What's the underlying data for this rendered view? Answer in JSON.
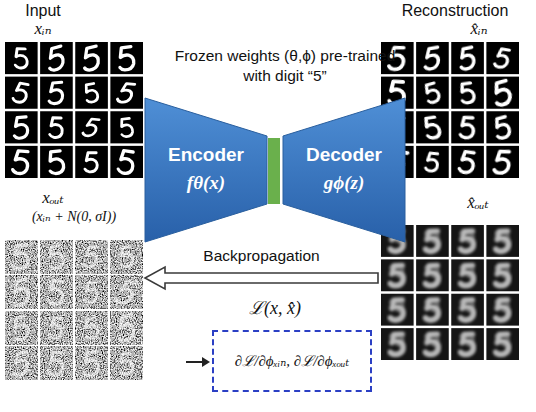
{
  "diagram": {
    "nodes": [
      {
        "text": [
          "Input",
          "xᵢₙ"
        ]
      },
      {
        "text": [
          "Reconstruction",
          "x̂ᵢₙ"
        ]
      },
      {
        "text": [
          "Encoder",
          "fθ(x)"
        ]
      },
      {
        "text": [
          "Decoder",
          "gϕ(z)"
        ]
      },
      {
        "text": [
          "xₒᵤₜ",
          "(xᵢₙ + N(0, σI))"
        ]
      },
      {
        "text": [
          "x̂ₒᵤₜ"
        ]
      },
      {
        "text": [
          "∂ℒ/∂ϕₓᵢₙ, ∂ℒ/∂ϕₓₒᵤₜ"
        ]
      }
    ],
    "edges": [
      {
        "from": 5,
        "to": 4,
        "arrow": "to",
        "label": "Backpropagation"
      }
    ],
    "labels": [
      "Frozen weights (θ,ϕ) pre-trained with digit “5”",
      "ℒ(x, x̂)"
    ]
  }
}
